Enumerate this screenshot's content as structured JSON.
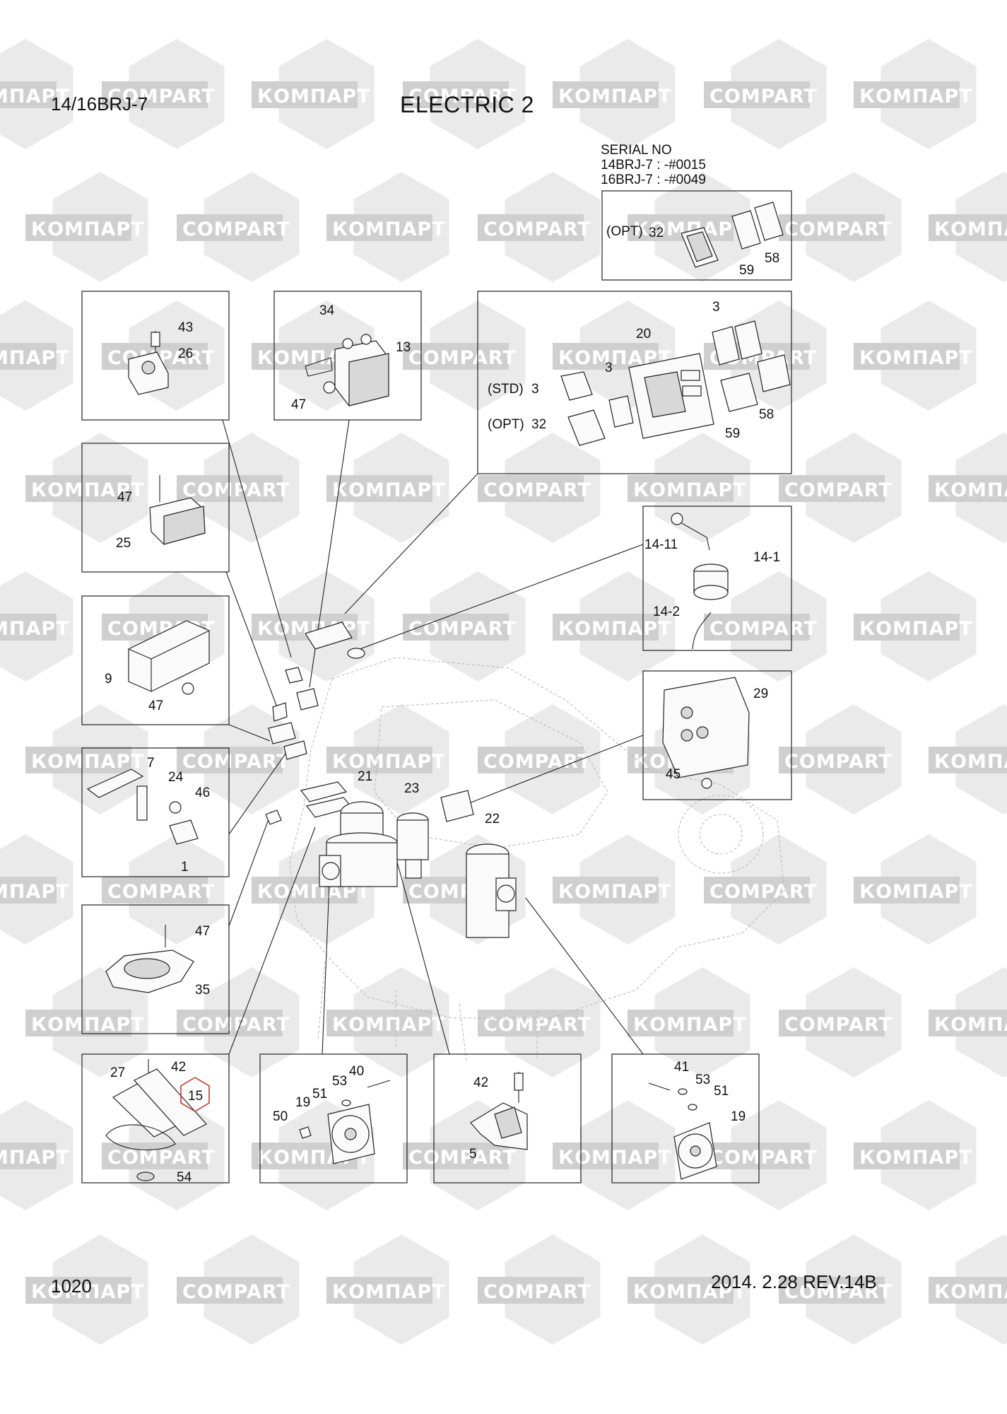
{
  "header": {
    "model": "14/16BRJ-7",
    "title": "ELECTRIC 2"
  },
  "serial_note": {
    "heading": "SERIAL NO",
    "line1": "14BRJ-7 : -#0015",
    "line2": "16BRJ-7 : -#0049"
  },
  "watermark": {
    "text_cyrillic": "КОМПАРТ",
    "text_latin": "COMPART"
  },
  "labels": {
    "serial_box": {
      "opt": "(OPT)",
      "p32": "32",
      "p59": "59",
      "p58": "58"
    },
    "relay_box": {
      "p34": "34",
      "p13": "13",
      "p47": "47"
    },
    "cluster_box": {
      "p3a": "3",
      "p20": "20",
      "p3b": "3",
      "std": "(STD)",
      "p3c": "3",
      "opt": "(OPT)",
      "p32": "32",
      "p59": "59",
      "p58": "58"
    },
    "socket_box": {
      "p43": "43",
      "p26": "26"
    },
    "fuse_box": {
      "p47": "47",
      "p25": "25"
    },
    "resistor_box": {
      "p9": "9",
      "p47": "47"
    },
    "buzzer_box": {
      "p7": "7",
      "p24": "24",
      "p46": "46",
      "p1": "1"
    },
    "key_box": {
      "p14_11": "14-11",
      "p14_1": "14-1",
      "p14_2": "14-2"
    },
    "controller_box": {
      "p29": "29",
      "p45": "45"
    },
    "center": {
      "p21": "21",
      "p23": "23",
      "p22": "22"
    },
    "horn_box": {
      "p47": "47",
      "p35": "35"
    },
    "pedal_box": {
      "p27": "27",
      "p42": "42",
      "p15": "15",
      "p54": "54"
    },
    "fan_box": {
      "p53": "53",
      "p40": "40",
      "p19": "19",
      "p51": "51",
      "p50": "50"
    },
    "mount_box": {
      "p42": "42",
      "p5": "5"
    },
    "fan2_box": {
      "p41": "41",
      "p53": "53",
      "p51": "51",
      "p19": "19"
    }
  },
  "footer": {
    "page": "1020",
    "revision": "2014. 2.28  REV.14B"
  }
}
